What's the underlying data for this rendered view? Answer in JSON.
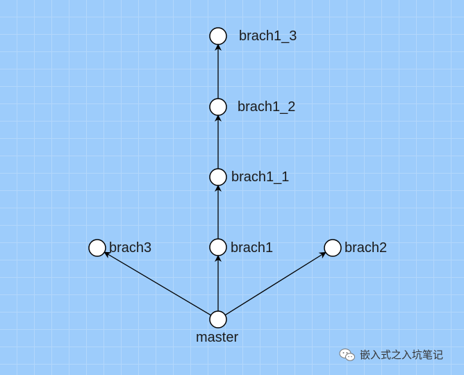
{
  "diagram": {
    "nodes": {
      "master": "master",
      "brach1": "brach1",
      "brach1_1": "brach1_1",
      "brach1_2": "brach1_2",
      "brach1_3": "brach1_3",
      "brach2": "brach2",
      "brach3": "brach3"
    },
    "edges": [
      {
        "from": "master",
        "to": "brach1"
      },
      {
        "from": "master",
        "to": "brach2"
      },
      {
        "from": "master",
        "to": "brach3"
      },
      {
        "from": "brach1",
        "to": "brach1_1"
      },
      {
        "from": "brach1_1",
        "to": "brach1_2"
      },
      {
        "from": "brach1_2",
        "to": "brach1_3"
      }
    ]
  },
  "watermark": {
    "icon": "wechat-icon",
    "text": "嵌入式之入坑笔记"
  }
}
